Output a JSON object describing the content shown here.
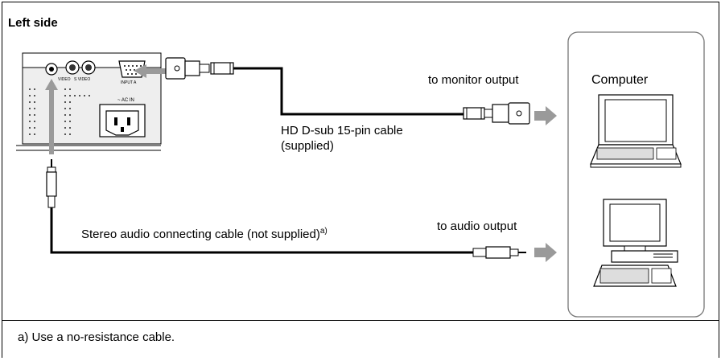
{
  "labels": {
    "side_heading": "Left side",
    "computer": "Computer",
    "monitor_output": "to monitor output",
    "dsub_cable_line1": "HD D-sub 15-pin cable",
    "dsub_cable_line2": "(supplied)",
    "audio_output": "to audio output",
    "stereo_cable": "Stereo audio connecting cable (not supplied)",
    "stereo_cable_note_ref": "a)",
    "footnote": "a) Use a no-resistance cable."
  },
  "panel_labels": {
    "video": "VIDEO",
    "svideo": "S VIDEO",
    "input_a": "INPUT A",
    "ac_in": "~ AC IN"
  },
  "colors": {
    "arrow": "#9a9a9a",
    "panel_fill": "#e6e6e6",
    "line": "#000000"
  },
  "icons": [
    "dsub-connector-icon",
    "audio-plug-icon",
    "laptop-icon",
    "desktop-computer-icon",
    "arrow-icon",
    "ac-socket-icon"
  ]
}
